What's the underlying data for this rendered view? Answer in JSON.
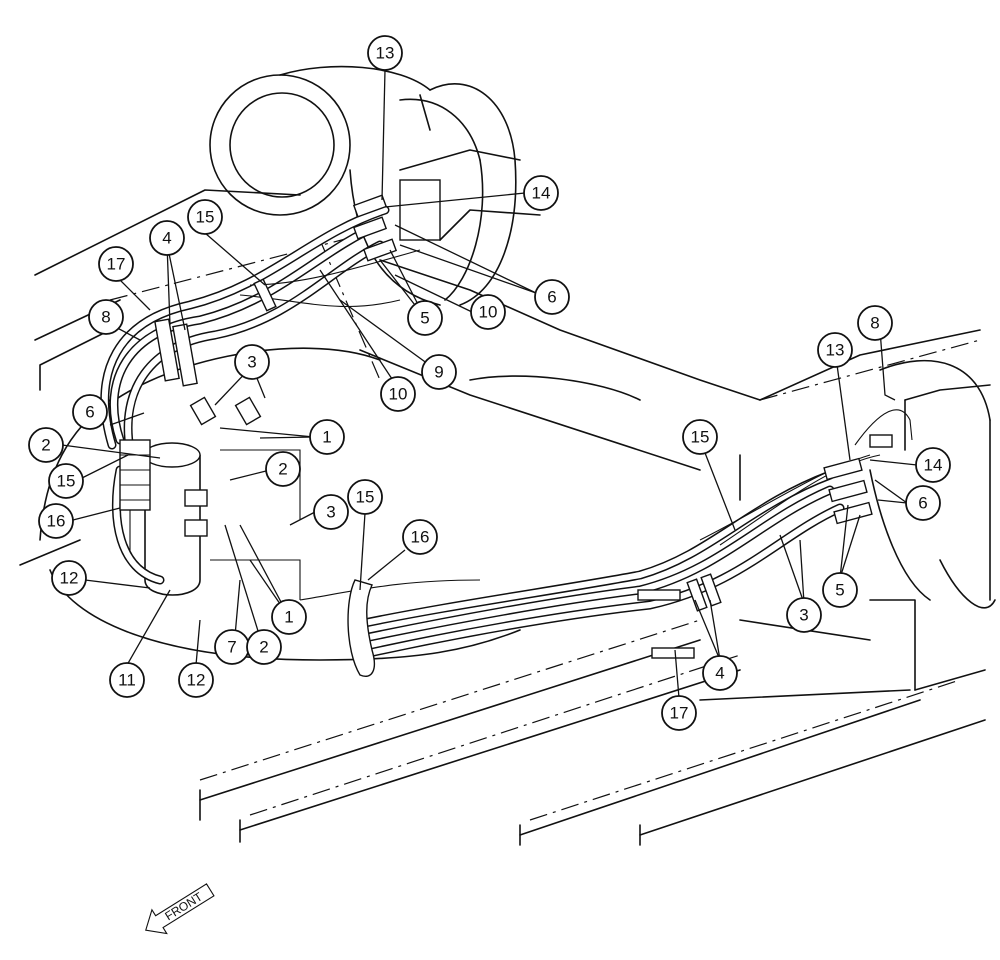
{
  "diagram": {
    "callouts": [
      {
        "label": "13"
      },
      {
        "label": "14"
      },
      {
        "label": "6"
      },
      {
        "label": "5"
      },
      {
        "label": "10"
      },
      {
        "label": "15"
      },
      {
        "label": "4"
      },
      {
        "label": "17"
      },
      {
        "label": "8"
      },
      {
        "label": "10"
      },
      {
        "label": "9"
      },
      {
        "label": "3"
      },
      {
        "label": "6"
      },
      {
        "label": "2"
      },
      {
        "label": "1"
      },
      {
        "label": "15"
      },
      {
        "label": "2"
      },
      {
        "label": "16"
      },
      {
        "label": "3"
      },
      {
        "label": "15"
      },
      {
        "label": "16"
      },
      {
        "label": "12"
      },
      {
        "label": "1"
      },
      {
        "label": "7"
      },
      {
        "label": "2"
      },
      {
        "label": "11"
      },
      {
        "label": "12"
      },
      {
        "label": "15"
      },
      {
        "label": "13"
      },
      {
        "label": "8"
      },
      {
        "label": "14"
      },
      {
        "label": "6"
      },
      {
        "label": "5"
      },
      {
        "label": "3"
      },
      {
        "label": "4"
      },
      {
        "label": "17"
      }
    ],
    "front_label": "FRONT"
  }
}
